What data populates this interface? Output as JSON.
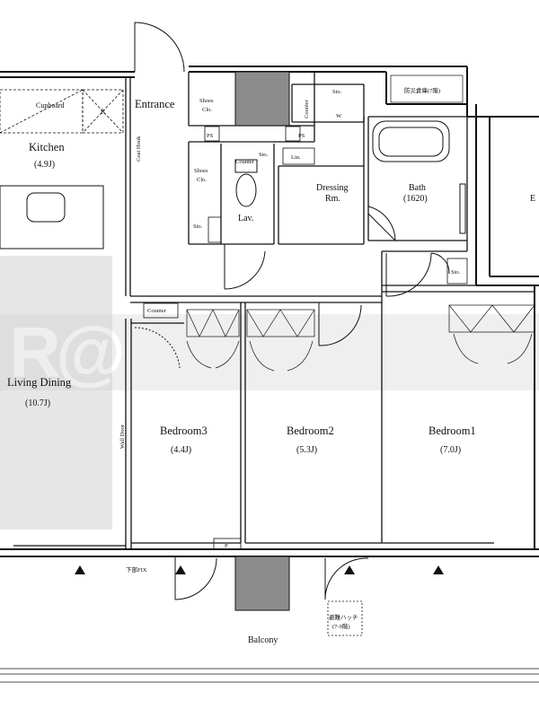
{
  "rooms": {
    "kitchen": {
      "name": "Kitchen",
      "size": "(4.9J)"
    },
    "living_dining": {
      "name": "Living Dining",
      "size": "(10.7J)"
    },
    "bedroom3": {
      "name": "Bedroom3",
      "size": "(4.4J)"
    },
    "bedroom2": {
      "name": "Bedroom2",
      "size": "(5.3J)"
    },
    "bedroom1": {
      "name": "Bedroom1",
      "size": "(7.0J)"
    },
    "bath": {
      "name": "Bath",
      "size": "(1620)"
    },
    "dressing": {
      "line1": "Dressing",
      "line2": "Rm."
    },
    "entrance": "Entrance",
    "lav": "Lav.",
    "balcony": "Balcony"
  },
  "labels": {
    "cupboard": "Cupboard",
    "r": "R",
    "coat_hook": "Coat Hook",
    "shoes_clo_line1": "Shoes",
    "shoes_clo_line2": "Clo.",
    "ps": "PS",
    "sto": "Sto.",
    "counter": "Counter",
    "w": "W",
    "lin": "Lin.",
    "wall_door": "Wall Door",
    "p": "P",
    "fix": "下部FIX",
    "storage_jp": "防災倉庫(7階)",
    "hatch_line1": "避難ハッチ",
    "hatch_line2": "(7-9階)",
    "east_cut": "E"
  },
  "colors": {
    "wall": "#111111",
    "column": "#8c8c8c",
    "watermark": "#d2d2d2",
    "ld_shade": "#e6e6e6"
  }
}
